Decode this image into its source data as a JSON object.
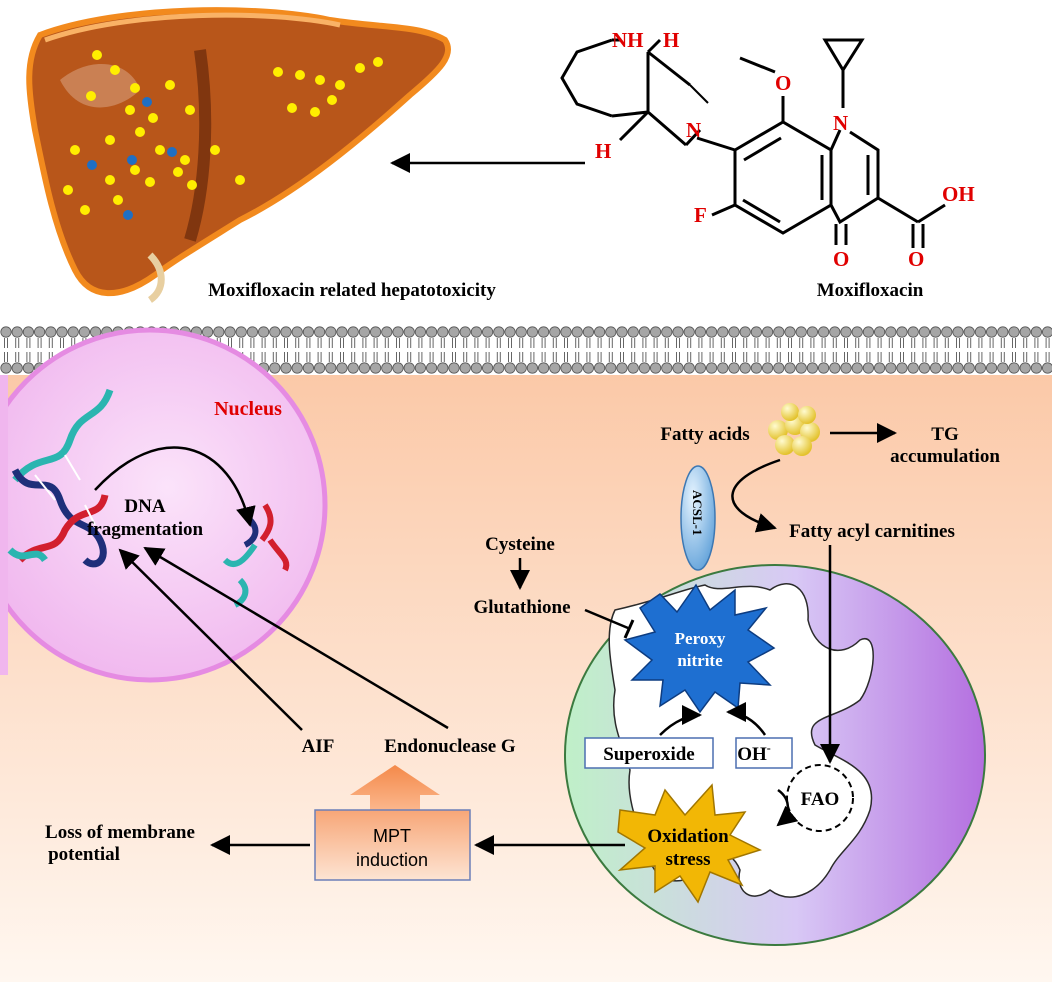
{
  "top": {
    "liver_caption": "Moxifloxacin related hepatotoxicity",
    "drug_caption": "Moxifloxacin",
    "structure_atoms": {
      "nh": "NH",
      "h_top": "H",
      "h_bottom": "H",
      "n_pyrrolidine": "N",
      "n_quinolone": "N",
      "o_methoxy": "O",
      "f": "F",
      "o_keto": "O",
      "o_acid": "O",
      "oh": "OH"
    }
  },
  "cell": {
    "nucleus": "Nucleus",
    "dna_fragmentation": [
      "DNA",
      "fragmentation"
    ],
    "aif": "AIF",
    "endonuclease": "Endonuclease G",
    "mpt": [
      "MPT",
      "induction"
    ],
    "loss": [
      "Loss of membrane",
      "potential"
    ],
    "oxidation": [
      "Oxidation",
      "stress"
    ],
    "superoxide": "Superoxide",
    "oh": "OH",
    "oh_sup": "-",
    "fao": "FAO",
    "peroxy": [
      "Peroxy",
      "nitrite"
    ],
    "cysteine": "Cysteine",
    "glutathione": "Glutathione",
    "acsl": "ACSL-1",
    "fatty_acids": "Fatty acids",
    "tg": [
      "TG",
      "accumulation"
    ],
    "fatty_acyl": "Fatty acyl carnitines"
  },
  "colors": {
    "liver": "#b8561a",
    "liver_edge": "#f28a1e",
    "fat_dot": "#ffee00",
    "blue_dot": "#1f6fc4",
    "membrane": "#a6a6a6",
    "nucleus": "#f2c3f0",
    "nucleus_title": "#e00000",
    "peroxy": "#1e6fd1",
    "oxidation": "#f2b705",
    "mpt_box": "#f7a677",
    "atom_red": "#e00000"
  }
}
